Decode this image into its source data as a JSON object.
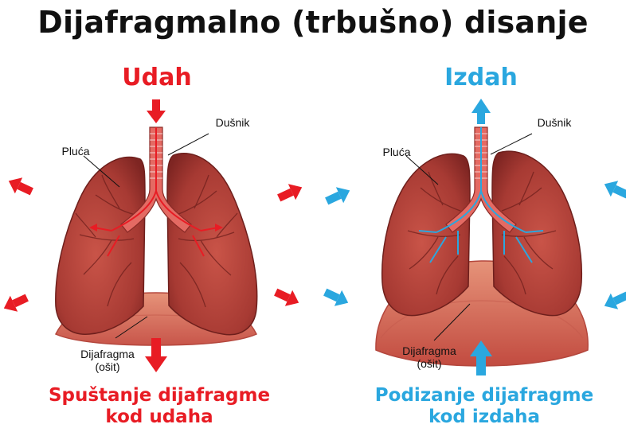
{
  "title": "Dijafragmalno (trbušno) disanje",
  "colors": {
    "inhale": "#e81c24",
    "exhale": "#2aa7df",
    "lung": "#b8433a",
    "lung_dark": "#7e2522",
    "diaphragm": "#d9705a",
    "trachea": "#e46a63"
  },
  "panels": {
    "inhale": {
      "phase": "Udah",
      "trachea_label": "Dušnik",
      "lungs_label": "Pluća",
      "diaphragm_label": "Dijafragma",
      "diaphragm_sublabel": "(ošit)",
      "caption_line1": "Spuštanje dijafragme",
      "caption_line2": "kod udaha"
    },
    "exhale": {
      "phase": "Izdah",
      "trachea_label": "Dušnik",
      "lungs_label": "Pluća",
      "diaphragm_label": "Dijafragma",
      "diaphragm_sublabel": "(ošit)",
      "caption_line1": "Podizanje dijafragme",
      "caption_line2": "kod izdaha"
    }
  }
}
